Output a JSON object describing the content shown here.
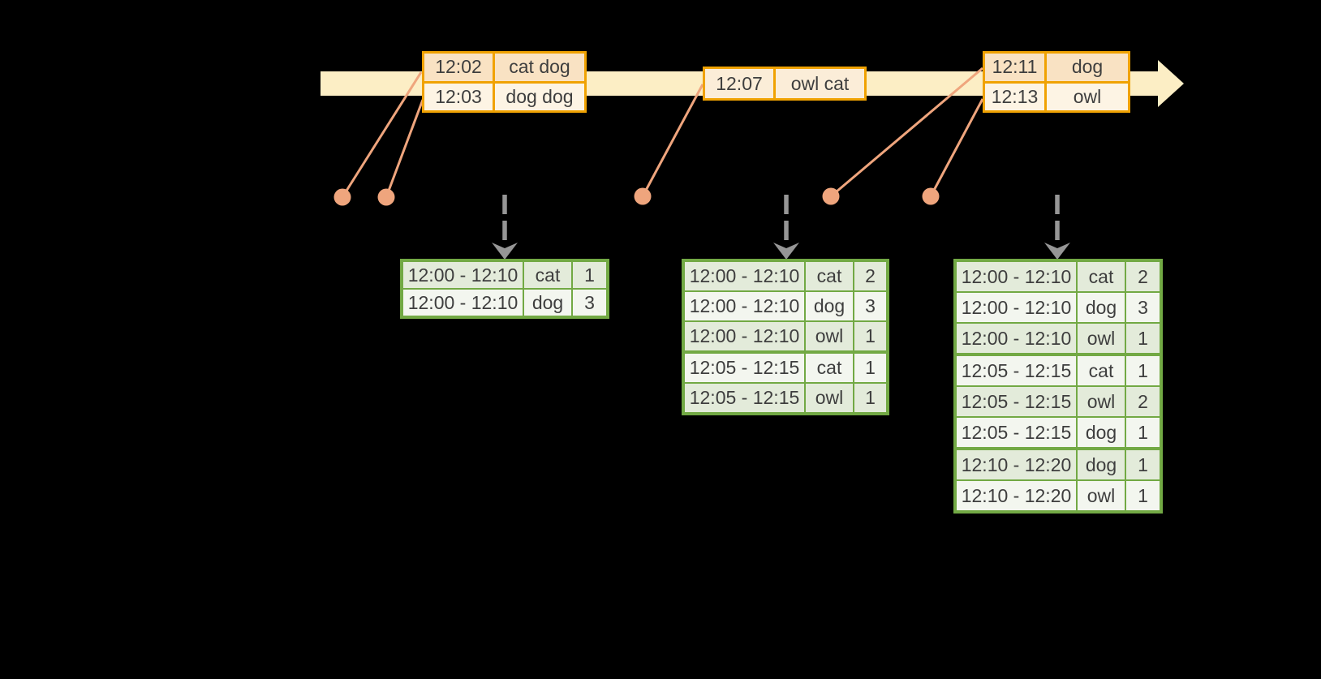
{
  "colors": {
    "background": "#000000",
    "timeline_band": "#FCEEC5",
    "event_border": "#F0A202",
    "event_row_peach": "#F9E2C3",
    "event_row_cream": "#FDF4E4",
    "event_row_single": "#FBEDD8",
    "connector_salmon": "#EFA57D",
    "trigger_arrow_gray": "#969696",
    "table_border_green": "#72A944",
    "table_row_dark": "#E3EBDA",
    "table_row_light": "#F3F6EF",
    "text": "#3E3E3E"
  },
  "timeline": {
    "event_groups": [
      {
        "rows": [
          {
            "time": "12:02",
            "words": "cat dog",
            "tone": "peach"
          },
          {
            "time": "12:03",
            "words": "dog dog",
            "tone": "cream"
          }
        ]
      },
      {
        "rows": [
          {
            "time": "12:07",
            "words": "owl cat",
            "tone": "single"
          }
        ]
      },
      {
        "rows": [
          {
            "time": "12:11",
            "words": "dog",
            "tone": "peach"
          },
          {
            "time": "12:13",
            "words": "owl",
            "tone": "cream"
          }
        ]
      }
    ]
  },
  "result_tables": [
    {
      "rows": [
        {
          "window": "12:00 - 12:10",
          "word": "cat",
          "count": "1"
        },
        {
          "window": "12:00 - 12:10",
          "word": "dog",
          "count": "3"
        }
      ]
    },
    {
      "rows": [
        {
          "window": "12:00 - 12:10",
          "word": "cat",
          "count": "2"
        },
        {
          "window": "12:00 - 12:10",
          "word": "dog",
          "count": "3"
        },
        {
          "window": "12:00 - 12:10",
          "word": "owl",
          "count": "1"
        },
        {
          "window": "12:05 - 12:15",
          "word": "cat",
          "count": "1"
        },
        {
          "window": "12:05 - 12:15",
          "word": "owl",
          "count": "1"
        }
      ]
    },
    {
      "rows": [
        {
          "window": "12:00 - 12:10",
          "word": "cat",
          "count": "2"
        },
        {
          "window": "12:00 - 12:10",
          "word": "dog",
          "count": "3"
        },
        {
          "window": "12:00 - 12:10",
          "word": "owl",
          "count": "1"
        },
        {
          "window": "12:05 - 12:15",
          "word": "cat",
          "count": "1"
        },
        {
          "window": "12:05 - 12:15",
          "word": "owl",
          "count": "2"
        },
        {
          "window": "12:05 - 12:15",
          "word": "dog",
          "count": "1"
        },
        {
          "window": "12:10 - 12:20",
          "word": "dog",
          "count": "1"
        },
        {
          "window": "12:10 - 12:20",
          "word": "owl",
          "count": "1"
        }
      ]
    }
  ]
}
